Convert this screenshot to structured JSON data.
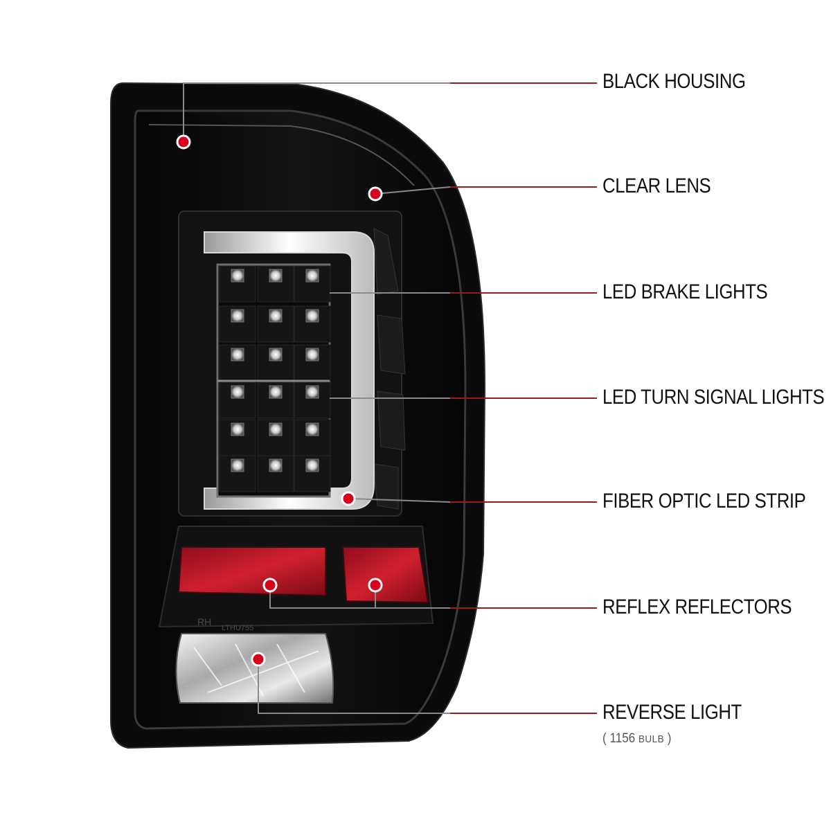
{
  "product": {
    "icon": "led-tail-light-image",
    "part_markings": [
      "RH",
      "LTHU755"
    ]
  },
  "callouts": [
    {
      "id": "black-housing",
      "label": "BLACK HOUSING"
    },
    {
      "id": "clear-lens",
      "label": "CLEAR LENS"
    },
    {
      "id": "led-brake-lights",
      "label": "LED BRAKE LIGHTS"
    },
    {
      "id": "led-turn-signal-lights",
      "label": "LED TURN SIGNAL LIGHTS"
    },
    {
      "id": "fiber-optic-led-strip",
      "label": "FIBER OPTIC LED STRIP"
    },
    {
      "id": "reflex-reflectors",
      "label": "REFLEX REFLECTORS"
    },
    {
      "id": "reverse-light",
      "label": "REVERSE LIGHT"
    }
  ],
  "reverse_note": {
    "open": "(",
    "number": "1156",
    "unit": "BULB",
    "close": ")"
  },
  "colors": {
    "callout_line": "#9b1b1b",
    "guide_line": "#8a8a8a",
    "dot": "#d8001c",
    "reflector": "#c0162a"
  }
}
